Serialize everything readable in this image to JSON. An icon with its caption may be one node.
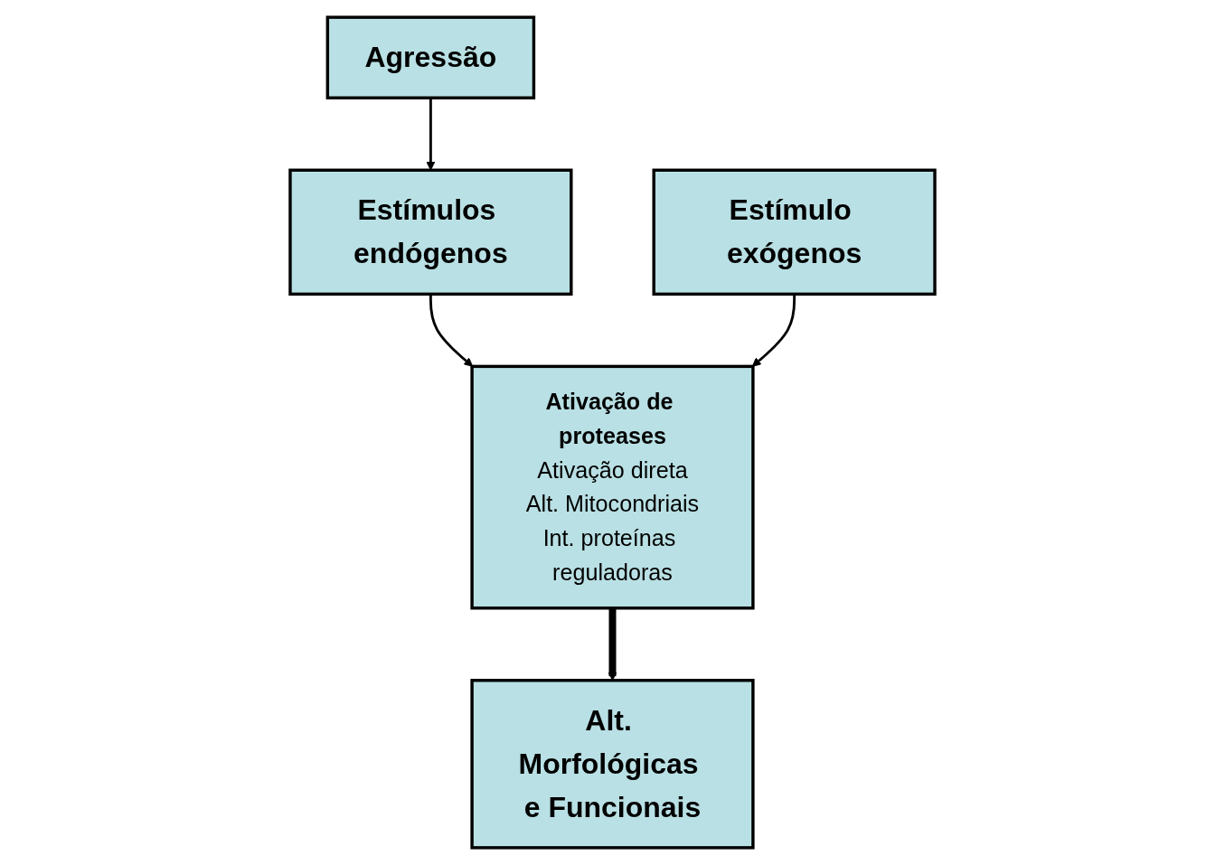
{
  "diagram": {
    "nodes": [
      {
        "text": [
          "Agressão"
        ]
      },
      {
        "text": [
          "Estímulos endógenos"
        ]
      },
      {
        "text": [
          "Estímulo exógenos"
        ]
      },
      {
        "text": [
          "Ativação de proteases",
          "Ativação direta",
          "Alt. Mitocondriais",
          "Int. proteínas reguladoras"
        ]
      },
      {
        "text": [
          "Alt. Morfológicas e Funcionais"
        ]
      }
    ],
    "edges": [
      {
        "from": 0,
        "to": 1,
        "arrow": "to"
      },
      {
        "from": 1,
        "to": 3,
        "arrow": "to"
      },
      {
        "from": 2,
        "to": 3,
        "arrow": "to"
      },
      {
        "from": 3,
        "to": 4,
        "arrow": "to",
        "style": "thick"
      }
    ]
  }
}
